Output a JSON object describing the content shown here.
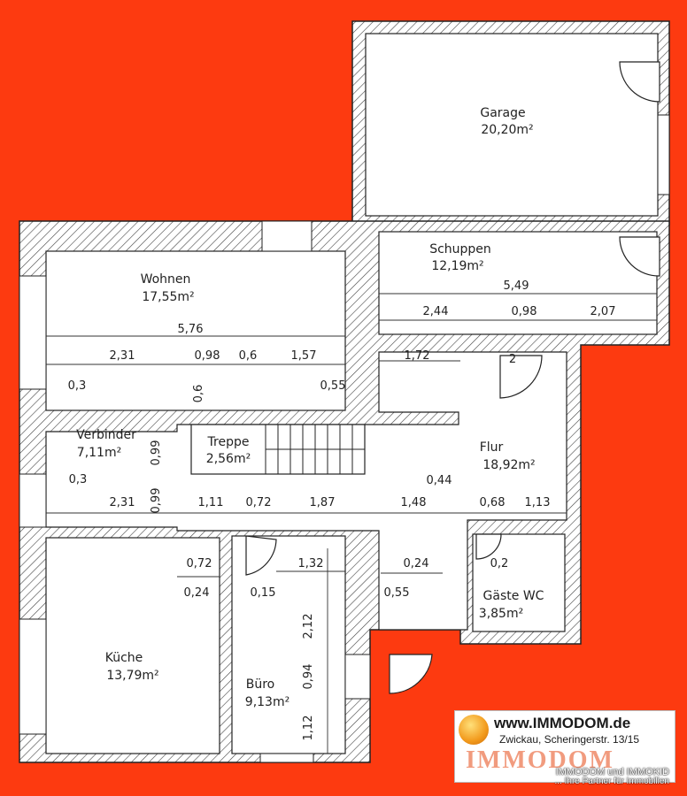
{
  "rooms": {
    "garage": {
      "name": "Garage",
      "area": "20,20m²"
    },
    "schuppen": {
      "name": "Schuppen",
      "area": "12,19m²"
    },
    "wohnen": {
      "name": "Wohnen",
      "area": "17,55m²"
    },
    "verbinder": {
      "name": "Verbinder",
      "area": "7,11m²"
    },
    "treppe": {
      "name": "Treppe",
      "area": "2,56m²"
    },
    "flur": {
      "name": "Flur",
      "area": "18,92m²"
    },
    "gaeste_wc": {
      "name": "Gäste WC",
      "area": "3,85m²"
    },
    "kueche": {
      "name": "Küche",
      "area": "13,79m²"
    },
    "buero": {
      "name": "Büro",
      "area": "9,13m²"
    }
  },
  "dimensions": {
    "schuppen_width": "5,49",
    "schuppen_a": "2,44",
    "schuppen_b": "0,98",
    "schuppen_c": "2,07",
    "wohnen_width": "5,76",
    "wohnen_a": "2,31",
    "wohnen_b": "0,98",
    "wohnen_c": "0,6",
    "wohnen_d": "1,57",
    "flur_top": "1,72",
    "flur_door": "2",
    "wall_03_top": "0,3",
    "wall_06": "0,6",
    "wall_055_top": "0,55",
    "verb_099_a": "0,99",
    "verb_099_b": "0,99",
    "wall_03_mid": "0,3",
    "flur_044": "0,44",
    "mid_a": "2,31",
    "mid_b": "1,11",
    "mid_c": "0,72",
    "mid_d": "1,87",
    "mid_e": "1,48",
    "mid_f": "0,68",
    "mid_g": "1,13",
    "k_072": "0,72",
    "k_024": "0,24",
    "b_015": "0,15",
    "b_132": "1,32",
    "f_024": "0,24",
    "f_055": "0,55",
    "wc_02": "0,2",
    "b_212": "2,12",
    "b_094": "0,94",
    "b_112": "1,12"
  },
  "logo": {
    "url": "www.IMMODOM.de",
    "address": "Zwickau, Scheringerstr. 13/15",
    "brand": "IMMODOM",
    "line1": "IMMODOM und IMMOKID",
    "line2": "... Ihre Partner für Immobilien"
  },
  "colors": {
    "background": "#fd3a10",
    "floor": "#ffffff",
    "wall_hatch": "#555555"
  }
}
